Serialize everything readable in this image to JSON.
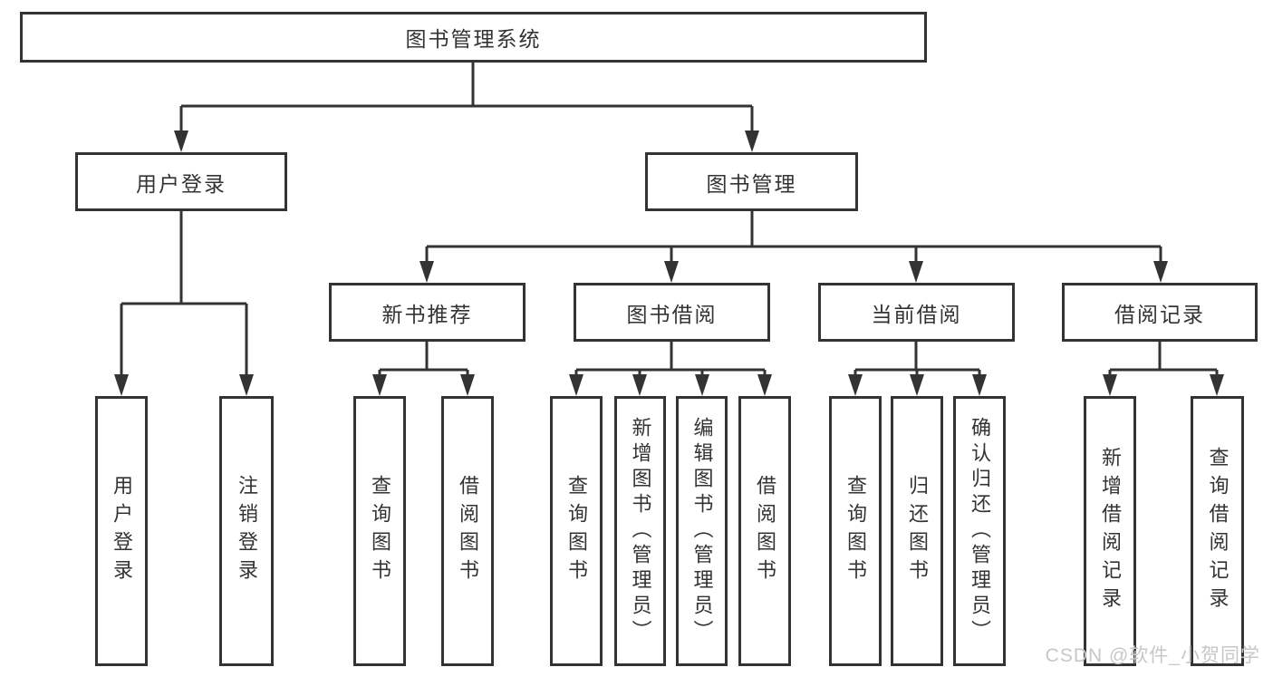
{
  "diagram": {
    "root": {
      "label": "图书管理系统"
    },
    "level2": {
      "user_login": {
        "label": "用户登录"
      },
      "book_mgmt": {
        "label": "图书管理"
      }
    },
    "level3": {
      "new_book_rec": {
        "label": "新书推荐"
      },
      "book_borrow": {
        "label": "图书借阅"
      },
      "current_borrow": {
        "label": "当前借阅"
      },
      "borrow_records": {
        "label": "借阅记录"
      }
    },
    "leaves": {
      "user_login_leaf": {
        "label": "用户登录",
        "parent": "用户登录"
      },
      "logout": {
        "label": "注销登录",
        "parent": "用户登录"
      },
      "query_book_1": {
        "label": "查询图书",
        "parent": "新书推荐"
      },
      "borrow_book_1": {
        "label": "借阅图书",
        "parent": "新书推荐"
      },
      "query_book_2": {
        "label": "查询图书",
        "parent": "图书借阅"
      },
      "add_book": {
        "label": "新增图书（管理员）",
        "parent": "图书借阅"
      },
      "edit_book": {
        "label": "编辑图书（管理员）",
        "parent": "图书借阅"
      },
      "borrow_book_2": {
        "label": "借阅图书",
        "parent": "图书借阅"
      },
      "query_book_3": {
        "label": "查询图书",
        "parent": "当前借阅"
      },
      "return_book": {
        "label": "归还图书",
        "parent": "当前借阅"
      },
      "confirm_return": {
        "label": "确认归还（管理员）",
        "parent": "当前借阅"
      },
      "add_borrow_record": {
        "label": "新增借阅记录",
        "parent": "借阅记录"
      },
      "query_borrow_record": {
        "label": "查询借阅记录",
        "parent": "借阅记录"
      }
    }
  },
  "watermark": {
    "text": "CSDN @软件_小贺同学"
  },
  "colors": {
    "line": "#333333",
    "box_border": "#333333",
    "text": "#333333",
    "watermark": "#c7c7c7",
    "background": "#ffffff"
  }
}
